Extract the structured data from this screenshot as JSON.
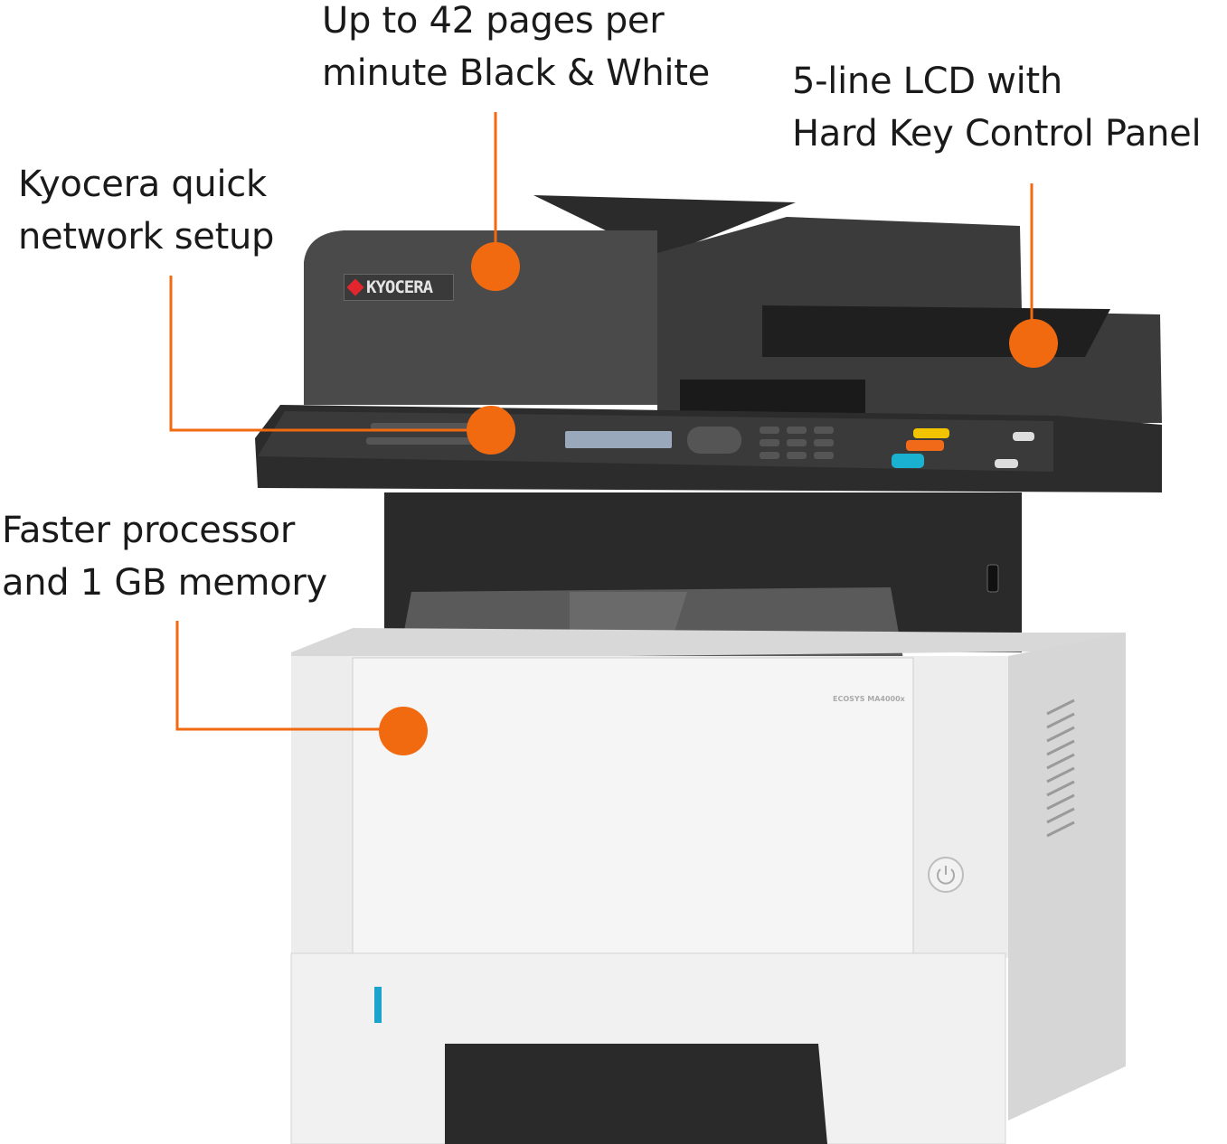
{
  "accent_color": "#F26A10",
  "callouts": [
    {
      "id": "speed",
      "lines": [
        "Up to 42 pages per",
        "minute Black & White"
      ]
    },
    {
      "id": "lcd",
      "lines": [
        "5-line LCD with",
        "Hard Key Control Panel"
      ]
    },
    {
      "id": "network",
      "lines": [
        "Kyocera quick",
        "network setup"
      ]
    },
    {
      "id": "processor",
      "lines": [
        "Faster processor",
        "and 1 GB memory"
      ]
    }
  ],
  "product": {
    "brand_logo": "KYOCERA",
    "model_label": "ECOSYS MA4000x"
  }
}
